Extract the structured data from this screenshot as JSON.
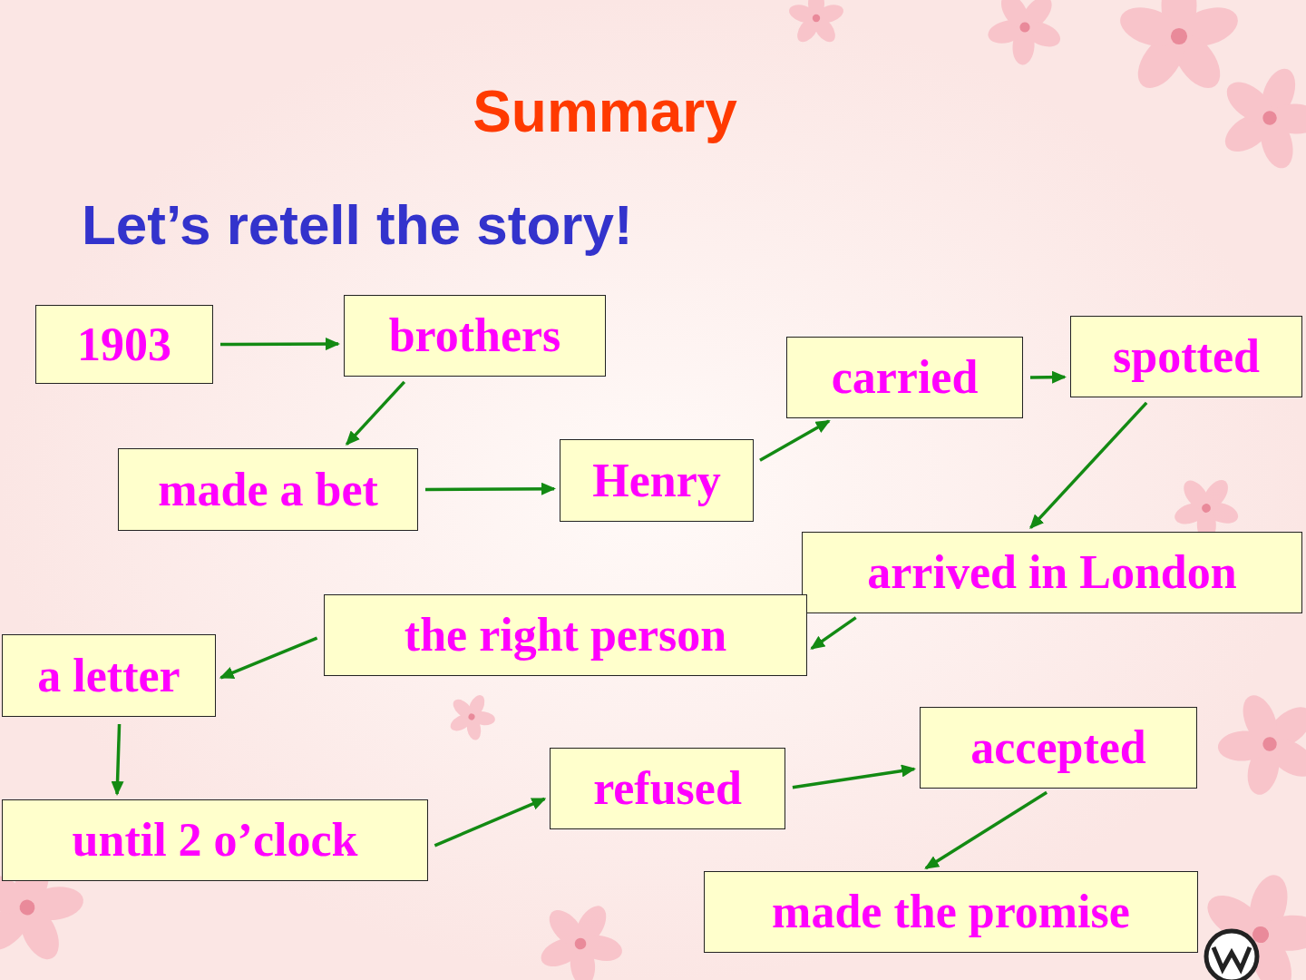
{
  "diagram": {
    "title": "Summary",
    "nodes": [
      {
        "text": [
          "1903"
        ]
      },
      {
        "text": [
          "brothers"
        ]
      },
      {
        "text": [
          "made a bet"
        ]
      },
      {
        "text": [
          "Henry"
        ]
      },
      {
        "text": [
          "carried"
        ]
      },
      {
        "text": [
          "spotted"
        ]
      },
      {
        "text": [
          "arrived in London"
        ]
      },
      {
        "text": [
          "the right person"
        ]
      },
      {
        "text": [
          "a letter"
        ]
      },
      {
        "text": [
          "until 2 o’clock"
        ]
      },
      {
        "text": [
          "refused"
        ]
      },
      {
        "text": [
          "accepted"
        ]
      },
      {
        "text": [
          "made the promise"
        ]
      }
    ],
    "edges": [
      {
        "from": 0,
        "to": 1,
        "arrow": "to"
      },
      {
        "from": 1,
        "to": 2,
        "arrow": "to"
      },
      {
        "from": 2,
        "to": 3,
        "arrow": "to"
      },
      {
        "from": 3,
        "to": 4,
        "arrow": "to"
      },
      {
        "from": 4,
        "to": 5,
        "arrow": "to"
      },
      {
        "from": 5,
        "to": 6,
        "arrow": "to"
      },
      {
        "from": 6,
        "to": 7,
        "arrow": "to"
      },
      {
        "from": 7,
        "to": 8,
        "arrow": "to"
      },
      {
        "from": 8,
        "to": 9,
        "arrow": "to"
      },
      {
        "from": 9,
        "to": 10,
        "arrow": "to"
      },
      {
        "from": 10,
        "to": 11,
        "arrow": "to"
      },
      {
        "from": 11,
        "to": 12,
        "arrow": "to"
      }
    ],
    "labels": [
      "Let’s retell the story!"
    ]
  }
}
